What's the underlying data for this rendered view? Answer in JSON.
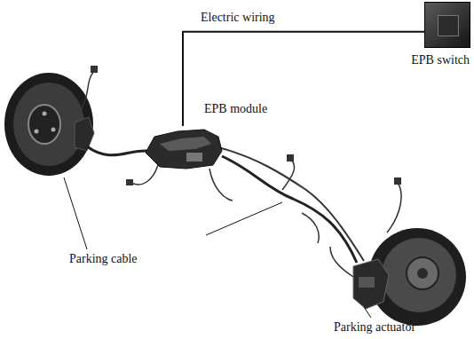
{
  "diagram": {
    "nodes": [
      {
        "text": [
          "EPB switch"
        ]
      },
      {
        "text": [
          "EPB module"
        ]
      }
    ],
    "edges": [
      {
        "from": 1,
        "to": 0,
        "arrow": "none",
        "label": "Electric wiring"
      }
    ],
    "labels": [
      "Parking cable",
      "Parking actuator"
    ]
  }
}
